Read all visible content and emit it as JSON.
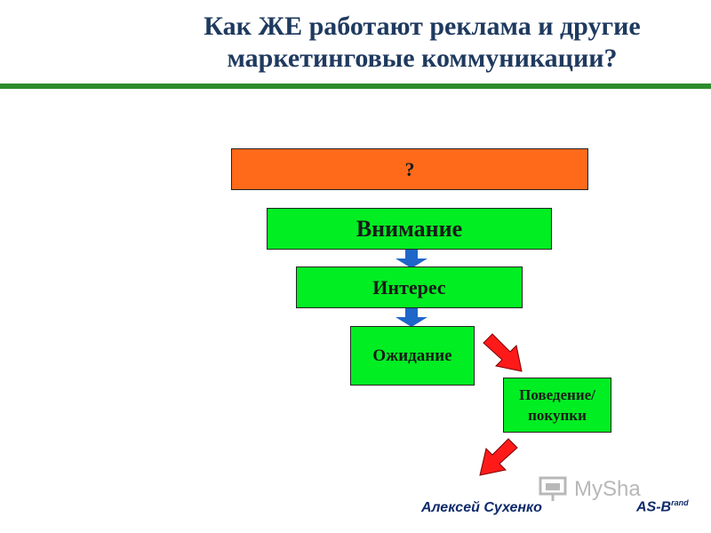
{
  "slide": {
    "title_line1": "Как ЖЕ работают реклама и другие",
    "title_line2": "маркетинговые коммуникации?"
  },
  "diagram": {
    "top_box": "?",
    "attention": "Внимание",
    "interest": "Интерес",
    "expectation": "Ожидание",
    "behavior_line1": "Поведение/",
    "behavior_line2": "покупки"
  },
  "footer": {
    "author": "Алексей Сухенко",
    "brand_main": "AS-B",
    "brand_sup": "rand",
    "watermark": "MySha"
  },
  "colors": {
    "orange_box": "#ff6a1a",
    "green_box": "#00ee22",
    "blue_arrow": "#1f66c9",
    "red_arrow": "#ff1a1a",
    "title": "#1f3a5f",
    "rule": "#2e8b2e"
  }
}
